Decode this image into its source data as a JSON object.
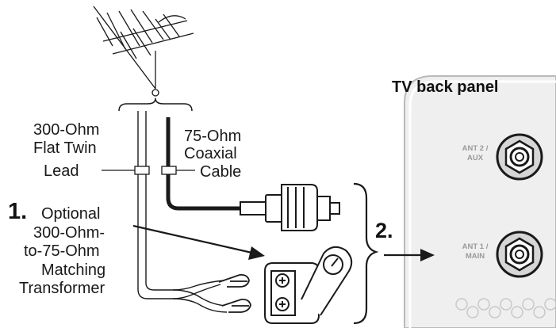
{
  "title": "TV back panel",
  "twin_lead_label": [
    "300-Ohm",
    "Flat Twin",
    "Lead"
  ],
  "coax_label": [
    "75-Ohm",
    "Coaxial",
    "Cable"
  ],
  "step1": {
    "number": "1.",
    "lines": [
      "Optional",
      "300-Ohm-",
      "to-75-Ohm",
      "Matching",
      "Transformer"
    ]
  },
  "step2": {
    "number": "2."
  },
  "panel": {
    "ant2": [
      "ANT 2 /",
      "AUX"
    ],
    "ant1": [
      "ANT 1 /",
      "MAIN"
    ]
  },
  "colors": {
    "line": "#1a1a1a",
    "panel_fill": "#efefef",
    "panel_border": "#b9b9b9"
  }
}
